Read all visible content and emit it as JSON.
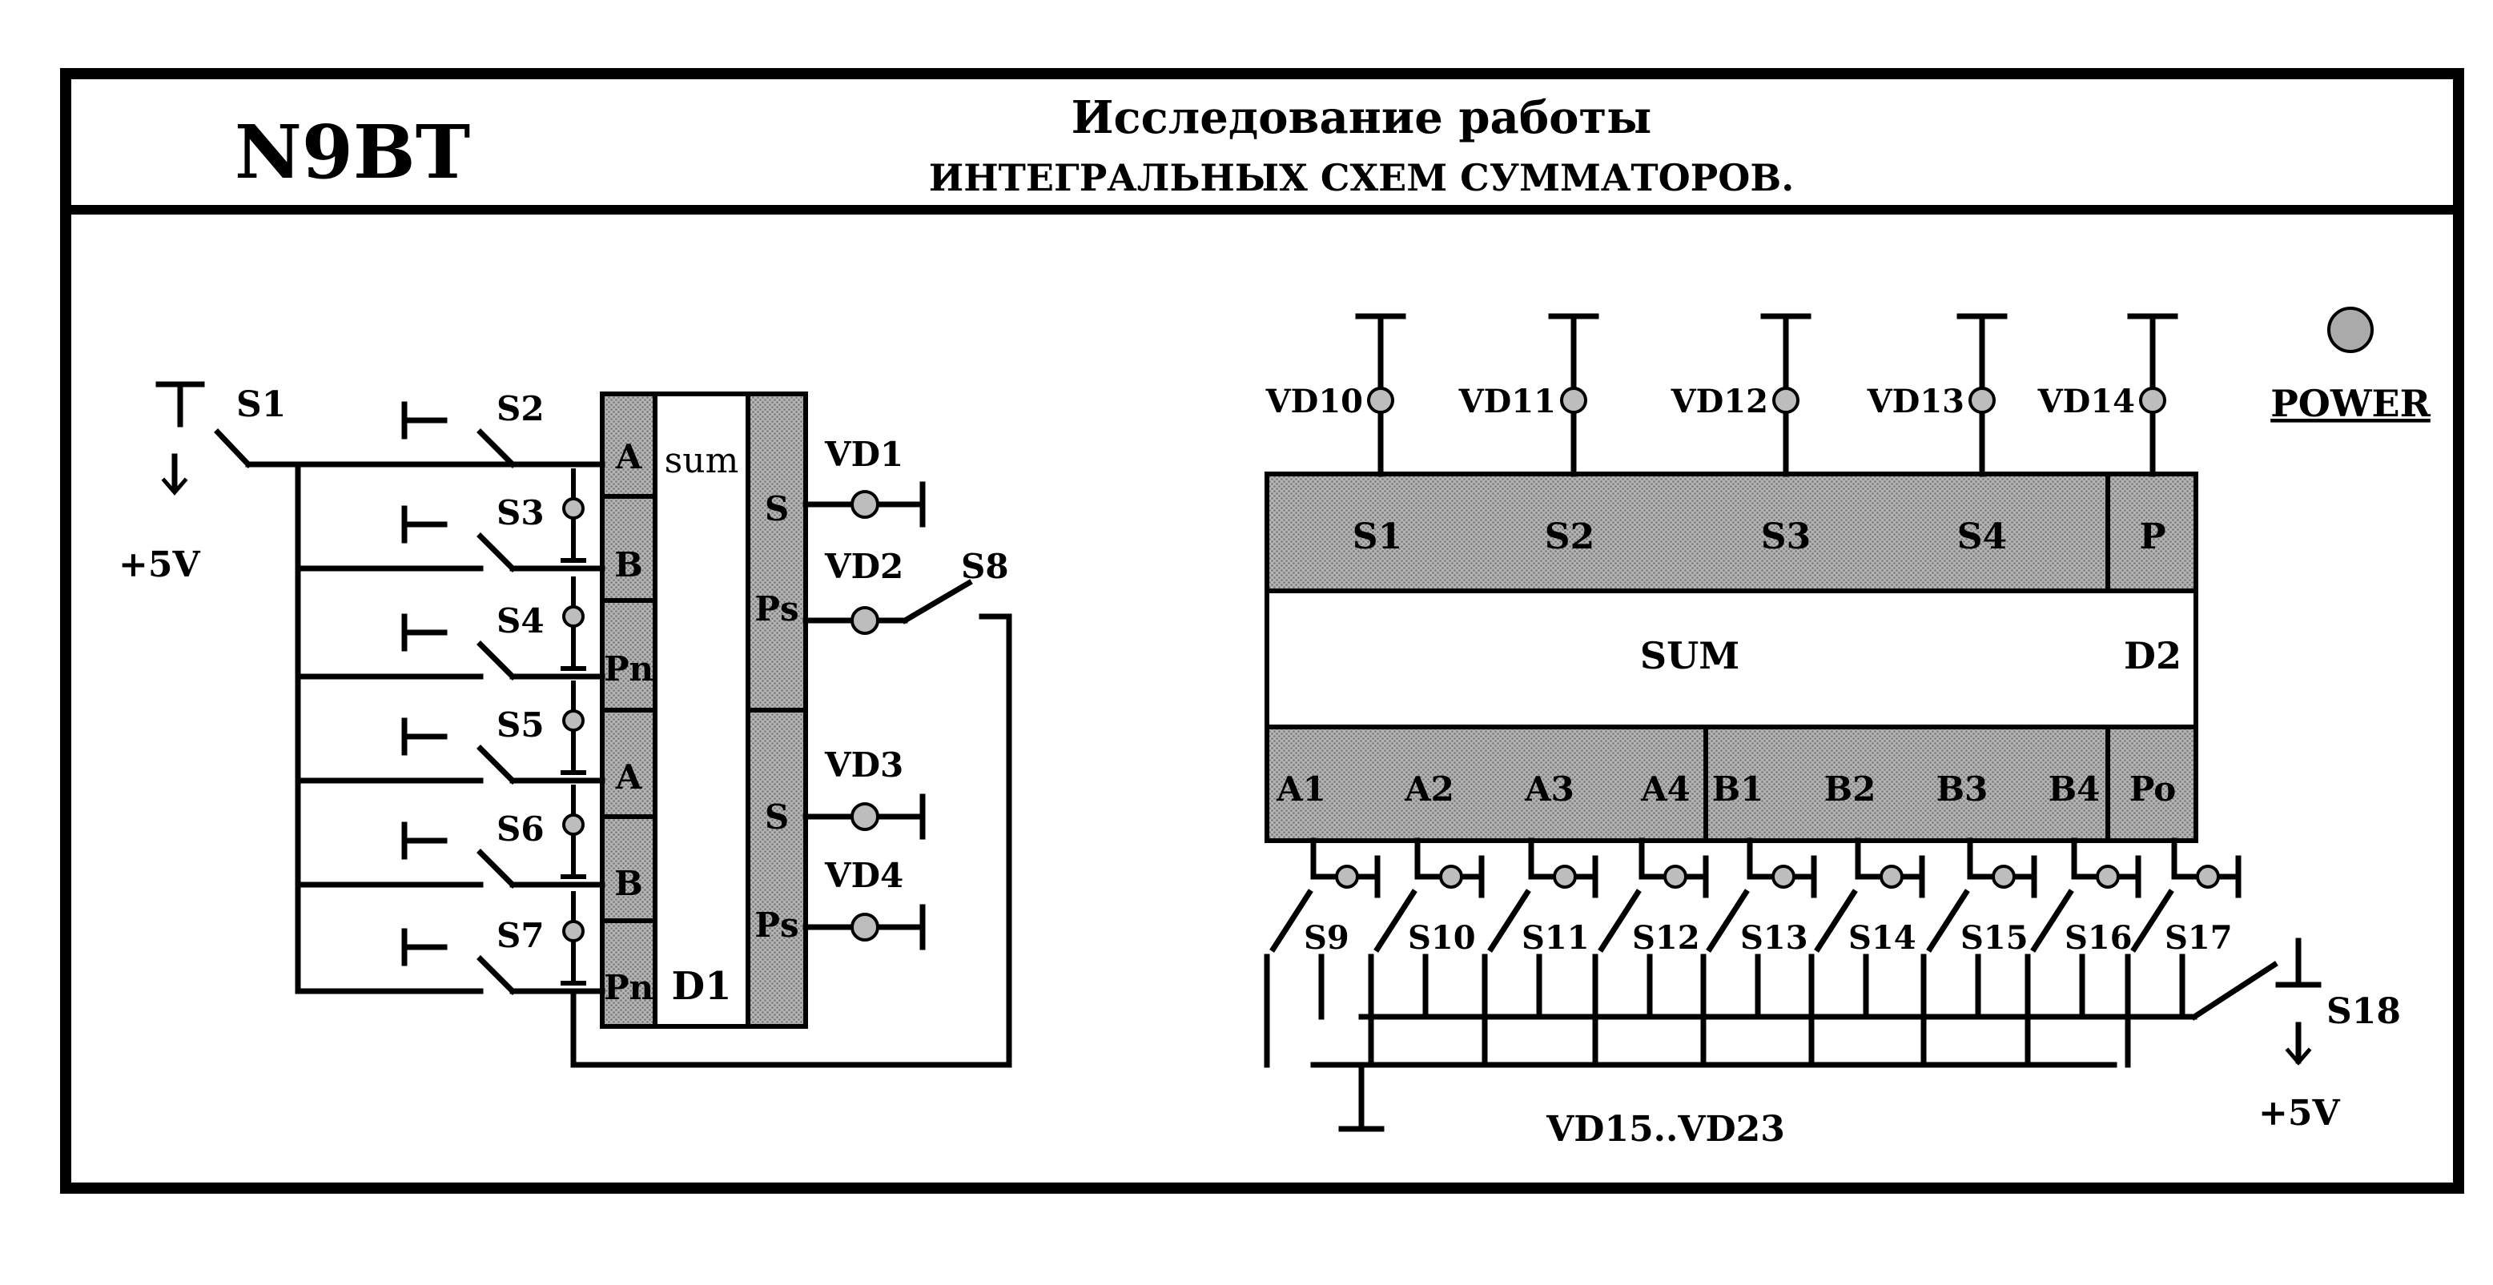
{
  "header": {
    "code": "N9BT",
    "title_line1": "Исследование работы",
    "title_line2": "интегральных схем сумматоров."
  },
  "left_circuit": {
    "chip_title": "sum",
    "chip_name": "D1",
    "input_pins": [
      "A",
      "B",
      "Pn",
      "A",
      "B",
      "Pn"
    ],
    "output_pins": [
      "S",
      "Ps",
      "S",
      "Ps"
    ],
    "switches": [
      "S1",
      "S2",
      "S3",
      "S4",
      "S5",
      "S6",
      "S7",
      "S8"
    ],
    "leds": [
      "VD1",
      "VD2",
      "VD3",
      "VD4"
    ],
    "supply": "+5V"
  },
  "right_circuit": {
    "chip_title": "SUM",
    "chip_name": "D2",
    "output_pins": [
      "S1",
      "S2",
      "S3",
      "S4",
      "P"
    ],
    "input_pins": [
      "A1",
      "A2",
      "A3",
      "A4",
      "B1",
      "B2",
      "B3",
      "B4",
      "Po"
    ],
    "leds_top": [
      "VD10",
      "VD11",
      "VD12",
      "VD13",
      "VD14"
    ],
    "switches_bottom": [
      "S9",
      "S10",
      "S11",
      "S12",
      "S13",
      "S14",
      "S15",
      "S16",
      "S17"
    ],
    "switch_main": "S18",
    "supply": "+5V",
    "leds_bottom_label": "VD15..VD23"
  },
  "power": {
    "label": "POWER"
  },
  "colors": {
    "pin_fill": "#a6a6a6",
    "led_fill": "#bdbdbd",
    "line": "#000000"
  }
}
